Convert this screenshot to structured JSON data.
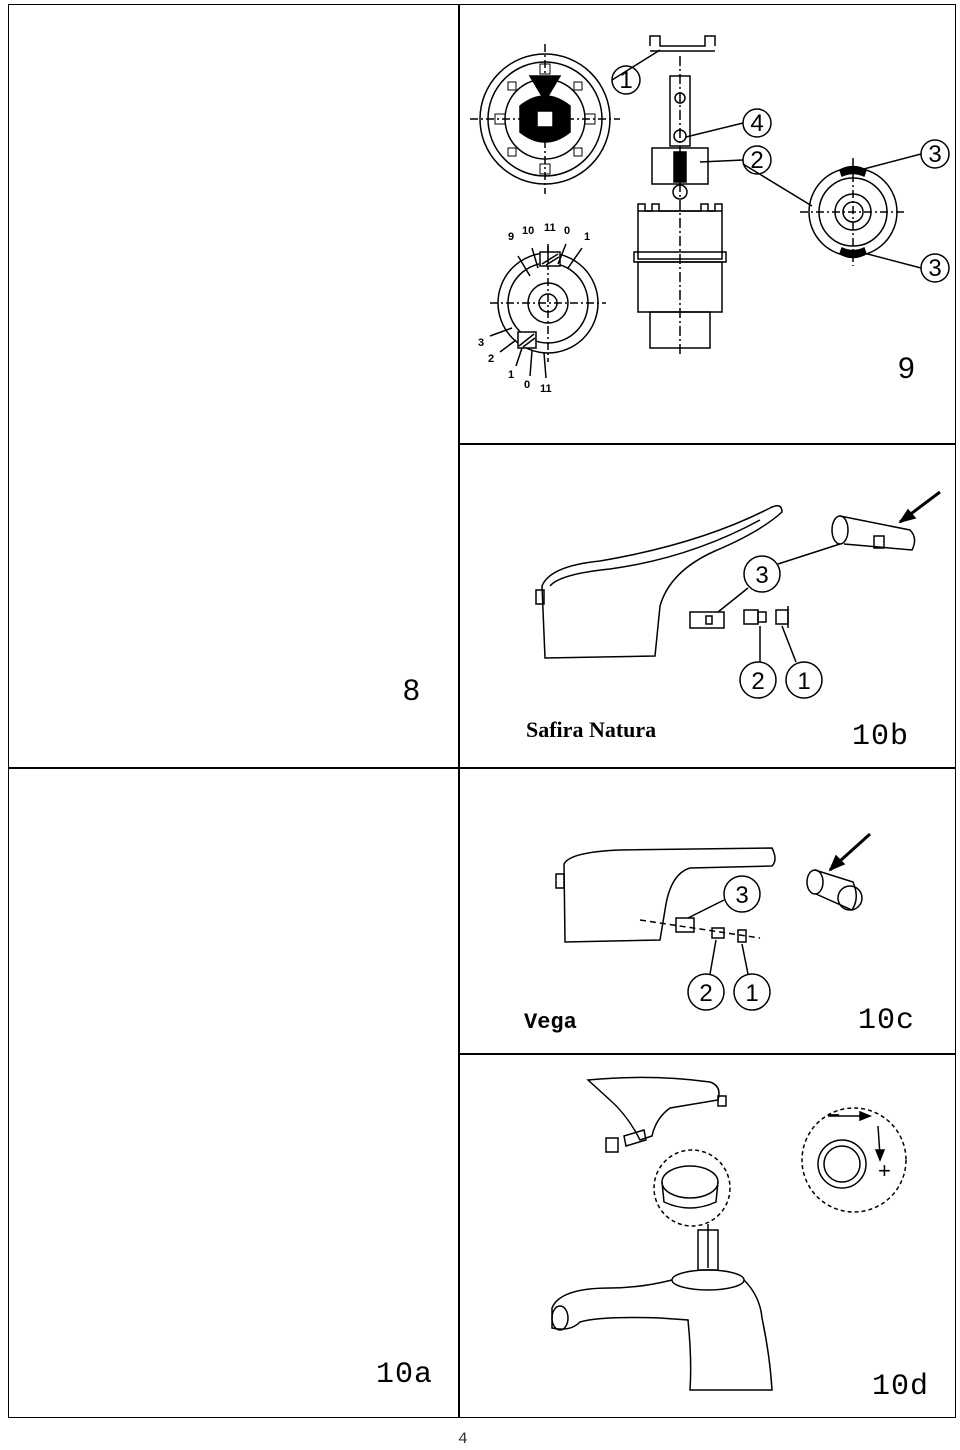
{
  "figures": {
    "fig8": "8",
    "fig9": "9",
    "fig10a": "10a",
    "fig10b": "10b",
    "fig10c": "10c",
    "fig10d": "10d"
  },
  "models": {
    "fig10b": "Safira Natura",
    "fig10c": "Vega"
  },
  "callouts": {
    "fig9": [
      "1",
      "4",
      "2",
      "3",
      "3"
    ],
    "fig10b": [
      "3",
      "2",
      "1"
    ],
    "fig10c": [
      "3",
      "2",
      "1"
    ]
  },
  "dial_upper": [
    "9",
    "10",
    "11",
    "0",
    "1"
  ],
  "dial_lower": [
    "3",
    "2",
    "1",
    "0",
    "11"
  ],
  "direction": {
    "minus": "–",
    "plus": "+"
  },
  "page_number": "4"
}
